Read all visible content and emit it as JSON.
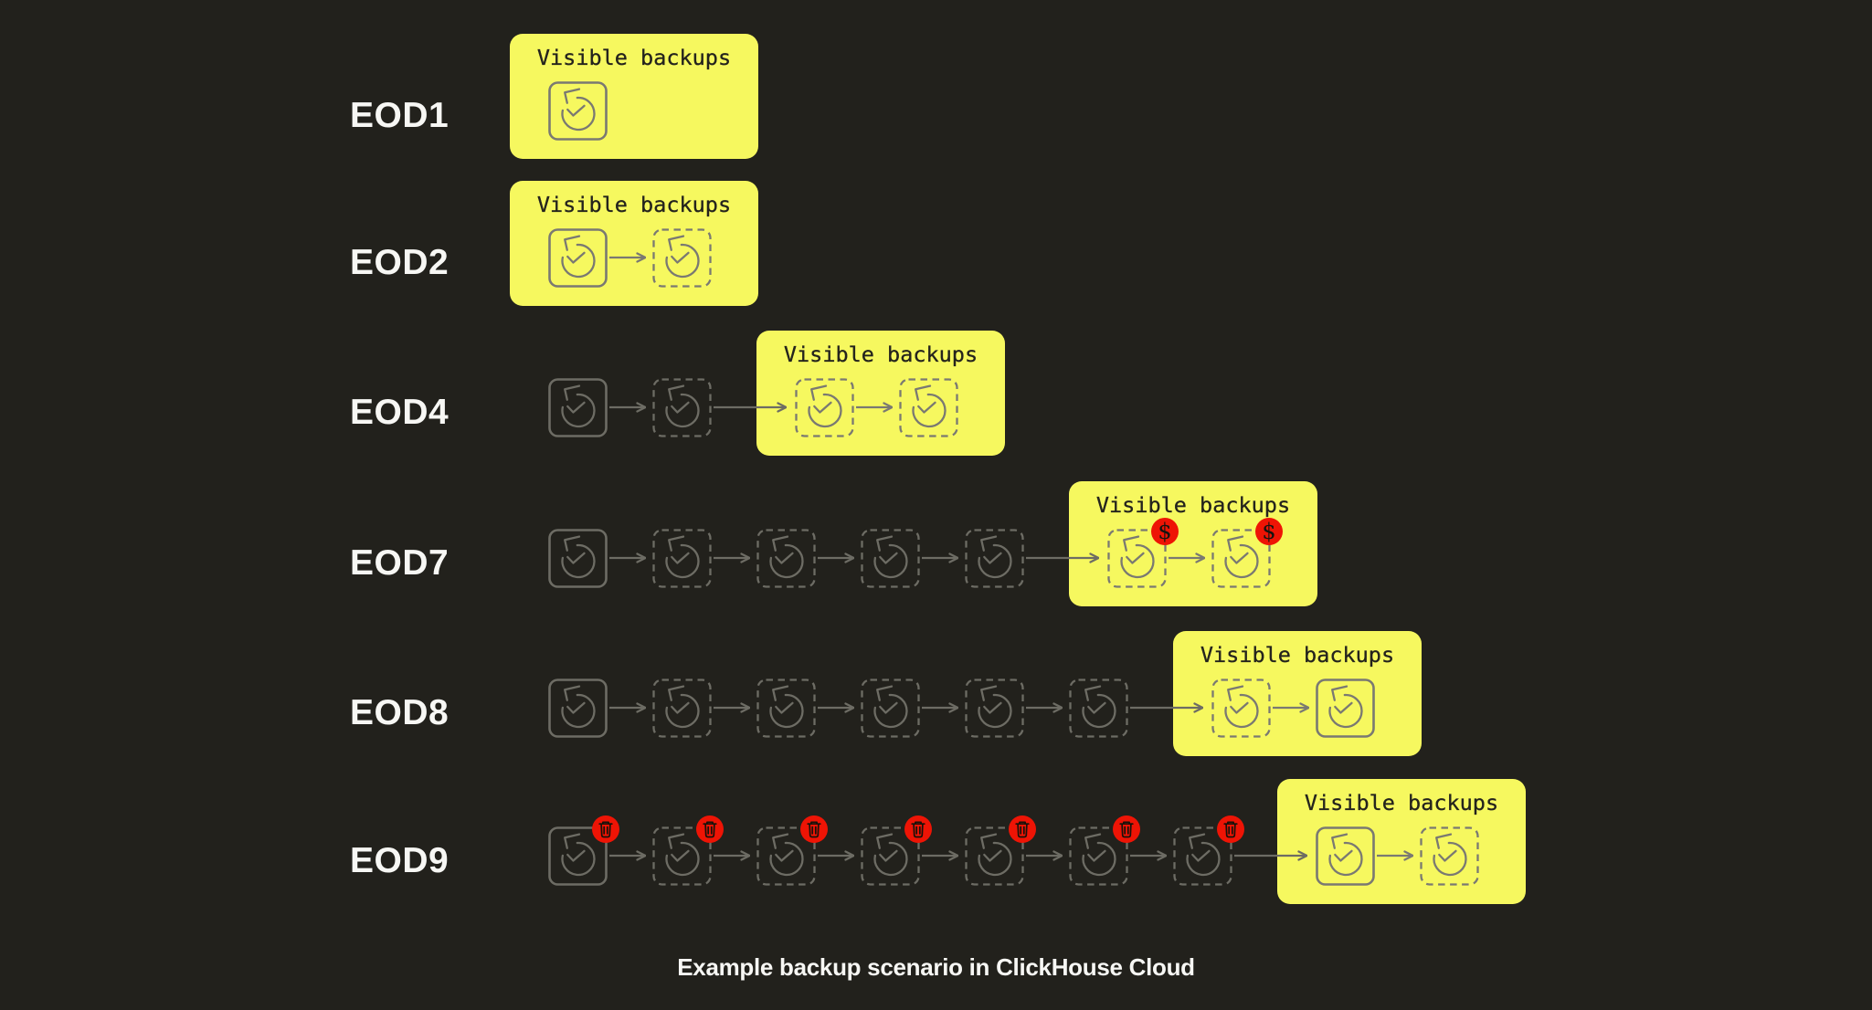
{
  "caption": "Example backup scenario in ClickHouse Cloud",
  "visible_box_label": "Visible backups",
  "badge_symbols": {
    "dollar": "$"
  },
  "colors": {
    "background": "#22211c",
    "box_yellow": "#f6f85f",
    "badge_red": "#ee1405",
    "icon_gray_outside": "#6d6c64",
    "icon_gray_inside": "#7a7972",
    "text_dark": "#24231d",
    "text_light": "#f7f7f4"
  },
  "rows": [
    {
      "label": "EOD1",
      "icons": [
        {
          "style": "solid",
          "visible": true,
          "badge": null
        }
      ]
    },
    {
      "label": "EOD2",
      "icons": [
        {
          "style": "solid",
          "visible": true,
          "badge": null
        },
        {
          "style": "dashed",
          "visible": true,
          "badge": null
        }
      ]
    },
    {
      "label": "EOD4",
      "icons": [
        {
          "style": "solid",
          "visible": false,
          "badge": null
        },
        {
          "style": "dashed",
          "visible": false,
          "badge": null
        },
        {
          "style": "dashed",
          "visible": true,
          "badge": null
        },
        {
          "style": "dashed",
          "visible": true,
          "badge": null
        }
      ]
    },
    {
      "label": "EOD7",
      "icons": [
        {
          "style": "solid",
          "visible": false,
          "badge": null
        },
        {
          "style": "dashed",
          "visible": false,
          "badge": null
        },
        {
          "style": "dashed",
          "visible": false,
          "badge": null
        },
        {
          "style": "dashed",
          "visible": false,
          "badge": null
        },
        {
          "style": "dashed",
          "visible": false,
          "badge": null
        },
        {
          "style": "dashed",
          "visible": true,
          "badge": "dollar"
        },
        {
          "style": "dashed",
          "visible": true,
          "badge": "dollar"
        }
      ]
    },
    {
      "label": "EOD8",
      "icons": [
        {
          "style": "solid",
          "visible": false,
          "badge": null
        },
        {
          "style": "dashed",
          "visible": false,
          "badge": null
        },
        {
          "style": "dashed",
          "visible": false,
          "badge": null
        },
        {
          "style": "dashed",
          "visible": false,
          "badge": null
        },
        {
          "style": "dashed",
          "visible": false,
          "badge": null
        },
        {
          "style": "dashed",
          "visible": false,
          "badge": null
        },
        {
          "style": "dashed",
          "visible": true,
          "badge": null
        },
        {
          "style": "solid",
          "visible": true,
          "badge": null
        }
      ]
    },
    {
      "label": "EOD9",
      "icons": [
        {
          "style": "solid",
          "visible": false,
          "badge": "trash"
        },
        {
          "style": "dashed",
          "visible": false,
          "badge": "trash"
        },
        {
          "style": "dashed",
          "visible": false,
          "badge": "trash"
        },
        {
          "style": "dashed",
          "visible": false,
          "badge": "trash"
        },
        {
          "style": "dashed",
          "visible": false,
          "badge": "trash"
        },
        {
          "style": "dashed",
          "visible": false,
          "badge": "trash"
        },
        {
          "style": "dashed",
          "visible": false,
          "badge": "trash"
        },
        {
          "style": "solid",
          "visible": true,
          "badge": null
        },
        {
          "style": "dashed",
          "visible": true,
          "badge": null
        }
      ]
    }
  ]
}
